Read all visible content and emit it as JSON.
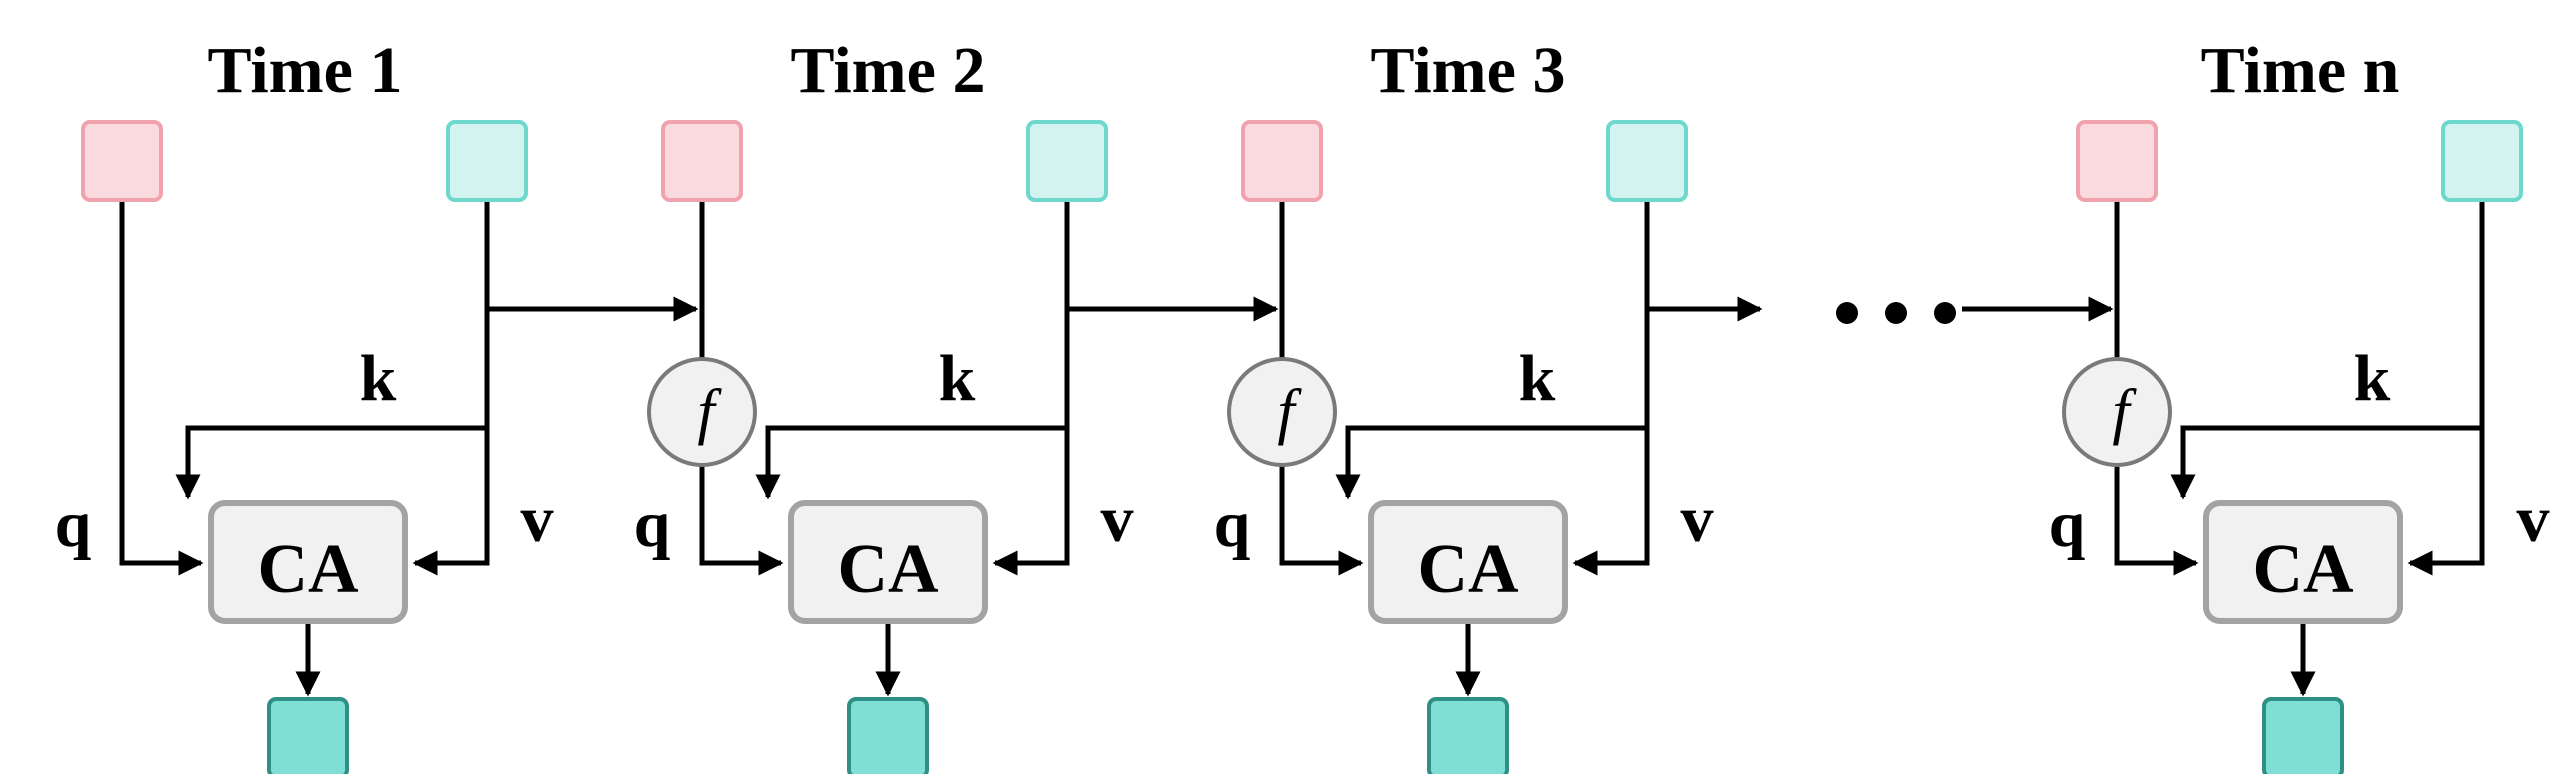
{
  "diagram": {
    "labels": {
      "q": "q",
      "k": "k",
      "v": "v",
      "ca": "CA",
      "f": "f"
    },
    "stages": [
      {
        "title": "Time 1",
        "has_f": false
      },
      {
        "title": "Time 2",
        "has_f": true
      },
      {
        "title": "Time 3",
        "has_f": true
      },
      {
        "title": "Time n",
        "has_f": true
      }
    ],
    "colors": {
      "query_fill": "#fadadf",
      "query_stroke": "#f0a3ad",
      "kv_fill": "#d3f3f0",
      "kv_stroke": "#6ed8cc",
      "output_fill": "#7fdfd5",
      "output_stroke": "#2e8f85",
      "ca_fill": "#f1f1f1",
      "ca_stroke": "#a3a3a3",
      "f_fill": "#f1f1f1",
      "f_stroke": "#7a7a7a",
      "line": "#000000"
    }
  }
}
